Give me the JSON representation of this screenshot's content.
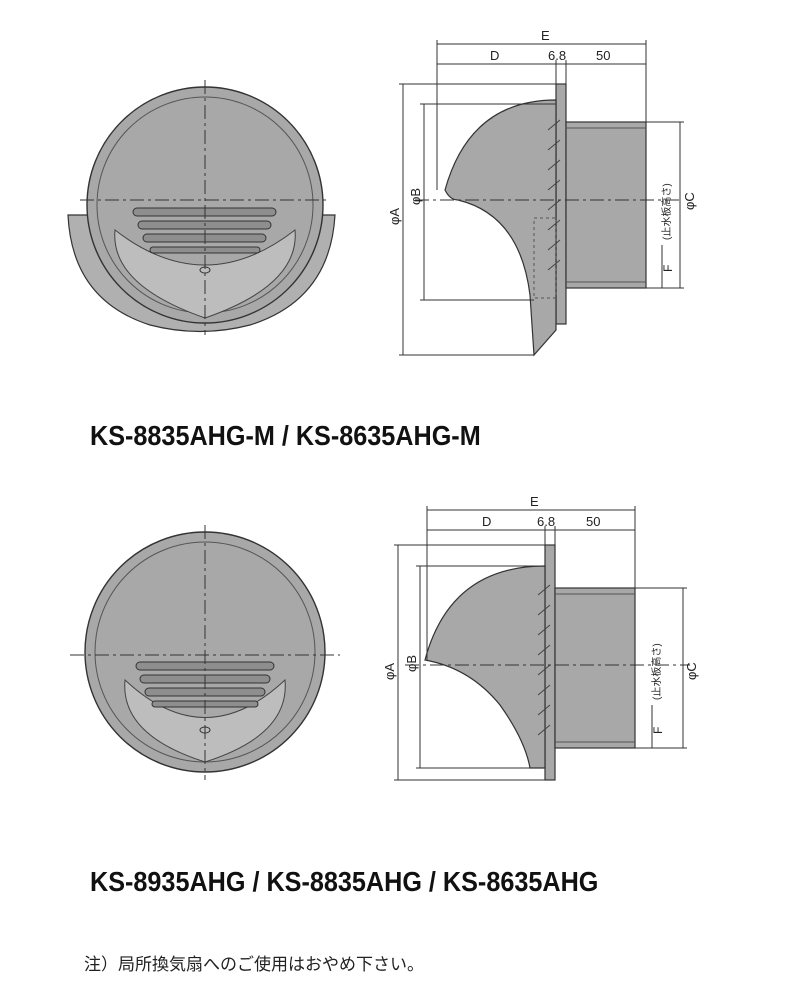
{
  "top": {
    "model": "KS-8835AHG-M / KS-8635AHG-M",
    "dims": {
      "E": "E",
      "D": "D",
      "d68": "6.8",
      "d50": "50",
      "A": "φA",
      "B": "φB",
      "C": "φC",
      "F": "F",
      "water": "(止水板高さ)"
    }
  },
  "bottom": {
    "model": "KS-8935AHG / KS-8835AHG / KS-8635AHG",
    "dims": {
      "E": "E",
      "D": "D",
      "d68": "6.8",
      "d50": "50",
      "A": "φA",
      "B": "φB",
      "C": "φC",
      "F": "F",
      "water": "(止水板高さ)"
    }
  },
  "note": "注）局所換気扇へのご使用はおやめ下さい。",
  "colors": {
    "fill": "#a8a8a8",
    "fill_light": "#bdbdbd",
    "fill_dark": "#8e8e8e",
    "line": "#333333"
  }
}
